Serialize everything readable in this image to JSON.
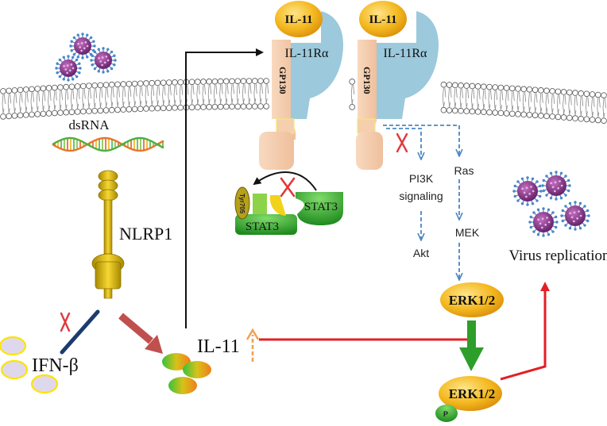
{
  "colors": {
    "membrane_head": "#ffffff",
    "membrane_head_stroke": "#555555",
    "receptor_alpha": "#9cc9dc",
    "gp130": "#f5c9a8",
    "il11": "#f3b21f",
    "nlrp1": "#e7c01e",
    "arrow_black": "#111111",
    "arrow_blue_dashed": "#4a87c4",
    "arrow_red_inhibit": "#e31f25",
    "arrow_green": "#2e9e2a",
    "arrow_dark_blue": "#1c3b6e",
    "arrow_brown": "#c0504d",
    "x_mark": "#e0393c",
    "stat3_green": "#2f9f2f",
    "ifn_fill": "#dfd8ec",
    "ifn_stroke": "#ffe400",
    "virus": "#8a3a8f",
    "virus_spike": "#4a86c8",
    "il11_up_arrow": "#f0a050"
  },
  "receptor_left": {
    "ligand": "IL-11",
    "alpha": "IL-11Rα",
    "gp130": "GP130"
  },
  "receptor_right": {
    "ligand": "IL-11",
    "alpha": "IL-11Rα",
    "gp130": "GP130"
  },
  "membrane": {
    "dsrna": "dsRNA"
  },
  "stat3": {
    "phospho_site": "Tyr705",
    "left_label": "STAT3",
    "right_label": "STAT3"
  },
  "nlrp1": {
    "label": "NLRP1"
  },
  "outputs": {
    "ifn": "IFN-β",
    "il11": "IL-11"
  },
  "pathways": {
    "pi3k": "PI3K\nsignaling",
    "akt": "Akt",
    "ras": "Ras",
    "mek": "MEK",
    "erk_top": "ERK1/2",
    "erk_bottom": "ERK1/2",
    "phospho": "P",
    "virus_replication": "Virus replication"
  },
  "icons": {
    "virus": "coronavirus-icon",
    "inhibit": "x-mark-icon"
  }
}
